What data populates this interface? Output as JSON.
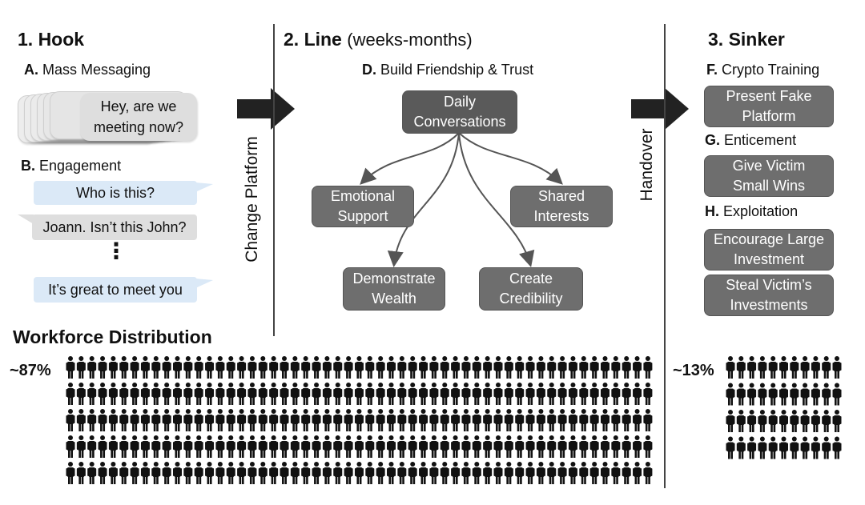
{
  "hook": {
    "title": "1. Hook",
    "mass_letter": "A.",
    "mass_label": "Mass Messaging",
    "mass_bubble_line1": "Hey, are we",
    "mass_bubble_line2": "meeting now?",
    "eng_letter": "B.",
    "eng_label": "Engagement",
    "msg1": "Who is this?",
    "msg2": "Joann. Isn’t this John?",
    "ellipsis": "⋮",
    "msg3": "It’s great to meet you"
  },
  "transition1": "Change Platform",
  "line": {
    "title": "2. Line",
    "subtitle": "(weeks-months)",
    "d_letter": "D.",
    "d_label": "Build Friendship & Trust",
    "root_line1": "Daily",
    "root_line2": "Conversations",
    "n1_line1": "Emotional",
    "n1_line2": "Support",
    "n2_line1": "Shared",
    "n2_line2": "Interests",
    "n3_line1": "Demonstrate",
    "n3_line2": "Wealth",
    "n4_line1": "Create",
    "n4_line2": "Credibility"
  },
  "transition2": "Handover",
  "sinker": {
    "title": "3. Sinker",
    "f_letter": "F.",
    "f_label": "Crypto Training",
    "f_box_line1": "Present Fake",
    "f_box_line2": "Platform",
    "g_letter": "G.",
    "g_label": "Enticement",
    "g_box_line1": "Give Victim",
    "g_box_line2": "Small Wins",
    "h_letter": "H.",
    "h_label": "Exploitation",
    "h_box1_line1": "Encourage Large",
    "h_box1_line2": "Investment",
    "h_box2_line1": "Steal Victim’s",
    "h_box2_line2": "Investments"
  },
  "workforce": {
    "title": "Workforce Distribution",
    "left_pct": "~87%",
    "right_pct": "~13%",
    "left_share": 87,
    "right_share": 13
  },
  "colors": {
    "node": "#6e6e6e",
    "arrow": "#222222",
    "bubble_gray": "#dedede",
    "bubble_blue": "#dbe9f7",
    "person": "#111111"
  }
}
